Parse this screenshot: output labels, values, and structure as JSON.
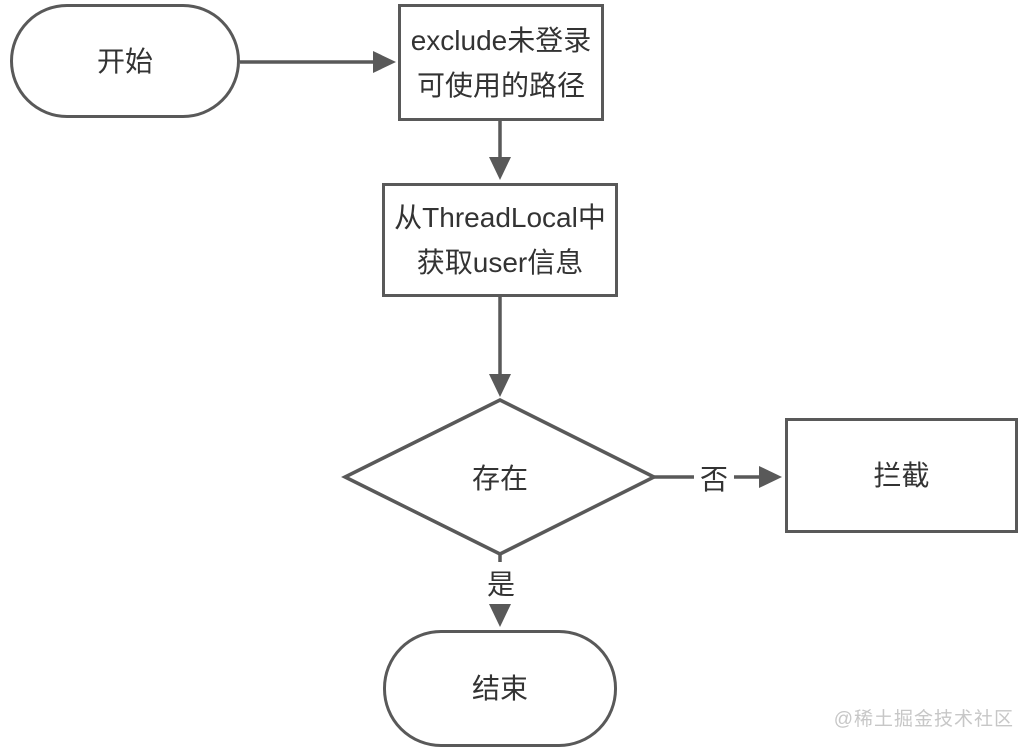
{
  "diagram": {
    "type": "flowchart",
    "nodes": {
      "start": {
        "shape": "stadium",
        "label": "开始"
      },
      "exclude_paths": {
        "shape": "rect",
        "line1": "exclude未登录",
        "line2": "可使用的路径"
      },
      "get_user": {
        "shape": "rect",
        "line1": "从ThreadLocal中",
        "line2": "获取user信息"
      },
      "exists": {
        "shape": "diamond",
        "label": "存在"
      },
      "intercept": {
        "shape": "rect",
        "label": "拦截"
      },
      "end": {
        "shape": "stadium",
        "label": "结束"
      }
    },
    "edges": [
      {
        "from": "start",
        "to": "exclude_paths",
        "label": ""
      },
      {
        "from": "exclude_paths",
        "to": "get_user",
        "label": ""
      },
      {
        "from": "get_user",
        "to": "exists",
        "label": ""
      },
      {
        "from": "exists",
        "to": "intercept",
        "label": "否"
      },
      {
        "from": "exists",
        "to": "end",
        "label": "是"
      }
    ],
    "edge_labels": {
      "no": "否",
      "yes": "是"
    }
  },
  "watermark": {
    "text": "@稀土掘金技术社区"
  },
  "colors": {
    "stroke": "#595959",
    "text": "#333333",
    "watermark": "#c7c7c7",
    "background": "#ffffff"
  }
}
